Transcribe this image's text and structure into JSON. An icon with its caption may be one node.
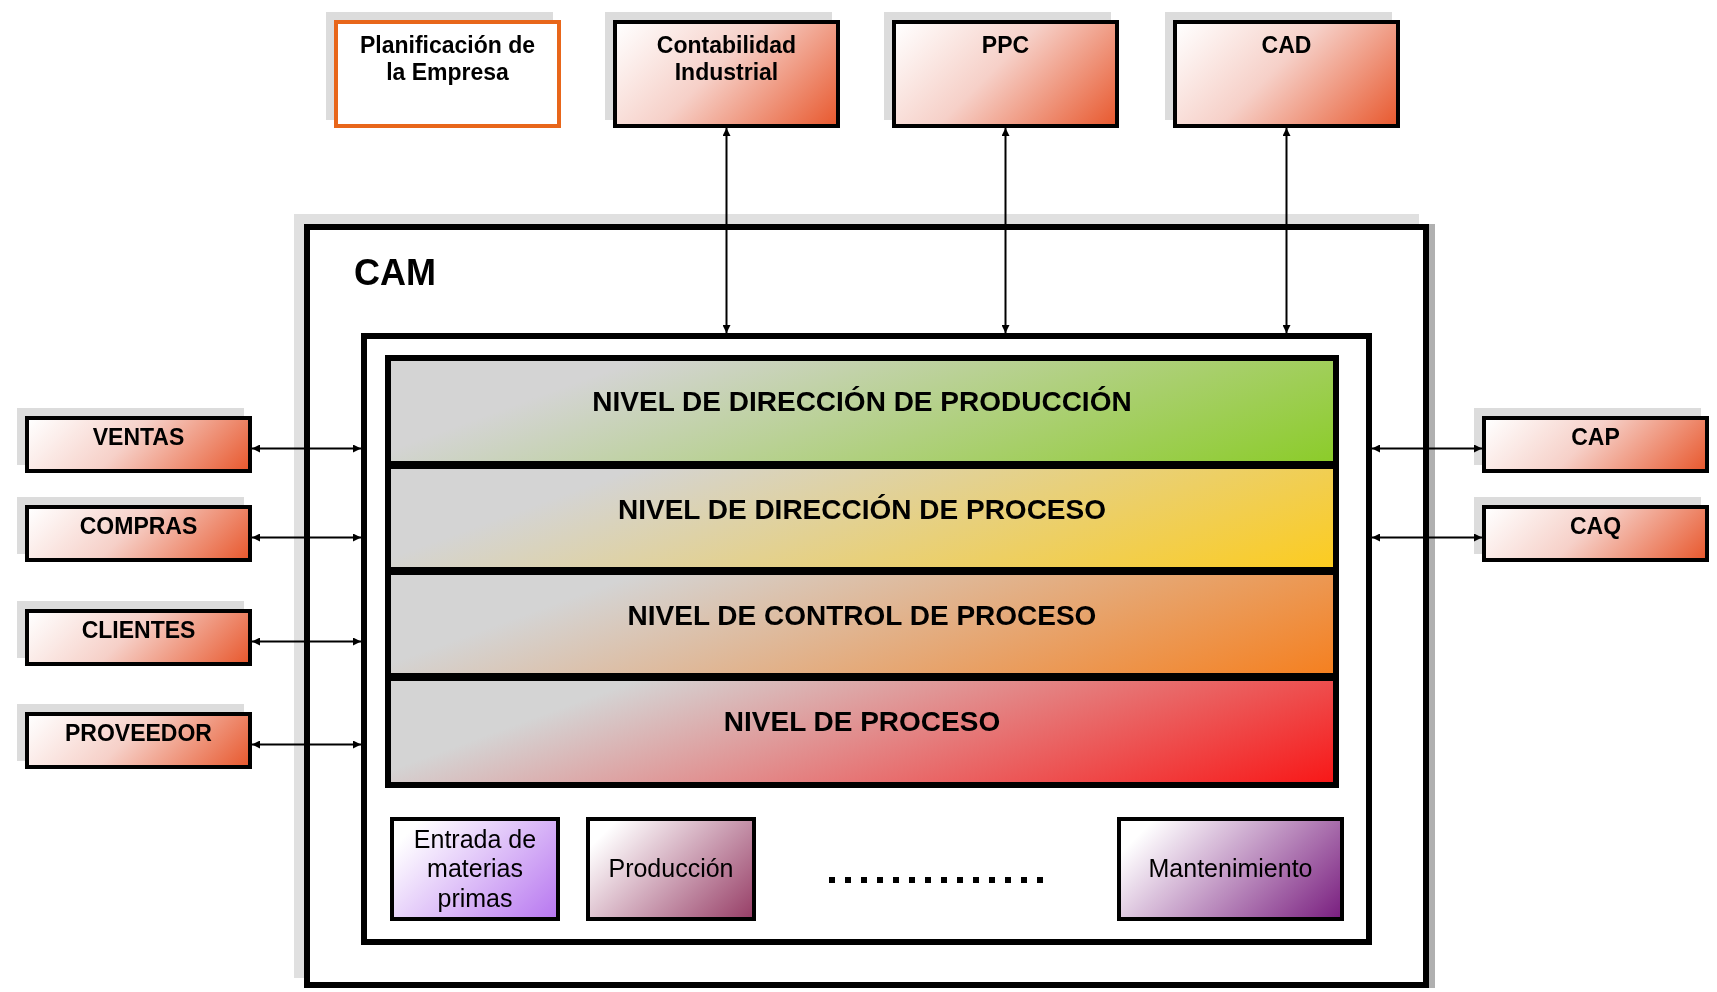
{
  "diagram": {
    "nodes": [
      {
        "text": [
          "Planificación de la Empresa"
        ]
      },
      {
        "text": [
          "Contabilidad Industrial"
        ]
      },
      {
        "text": [
          "PPC"
        ]
      },
      {
        "text": [
          "CAD"
        ]
      },
      {
        "text": [
          "VENTAS"
        ]
      },
      {
        "text": [
          "COMPRAS"
        ]
      },
      {
        "text": [
          "CLIENTES"
        ]
      },
      {
        "text": [
          "PROVEEDOR"
        ]
      },
      {
        "text": [
          "CAP"
        ]
      },
      {
        "text": [
          "CAQ"
        ]
      },
      {
        "text": [
          "CAM"
        ]
      },
      {
        "text": [],
        "shape": "box",
        "in": 10
      },
      {
        "text": [
          "NIVEL DE DIRECCIÓN DE PRODUCCIÓN"
        ],
        "in": 11
      },
      {
        "text": [
          "NIVEL DE DIRECCIÓN DE PROCESO"
        ],
        "in": 11
      },
      {
        "text": [
          "NIVEL DE CONTROL DE PROCESO"
        ],
        "in": 11
      },
      {
        "text": [
          "NIVEL DE PROCESO"
        ],
        "in": 11
      },
      {
        "text": [
          "Entrada de materias primas"
        ],
        "in": 11
      },
      {
        "text": [
          "Producción"
        ],
        "in": 11
      },
      {
        "text": [
          "Mantenimiento"
        ],
        "in": 11
      }
    ],
    "edges": [
      {
        "from": 1,
        "to": 11,
        "arrow": "both"
      },
      {
        "from": 2,
        "to": 11,
        "arrow": "both"
      },
      {
        "from": 3,
        "to": 11,
        "arrow": "both"
      },
      {
        "from": 4,
        "to": 11,
        "arrow": "both"
      },
      {
        "from": 5,
        "to": 11,
        "arrow": "both"
      },
      {
        "from": 6,
        "to": 11,
        "arrow": "both"
      },
      {
        "from": 7,
        "to": 11,
        "arrow": "both"
      },
      {
        "from": 8,
        "to": 11,
        "arrow": "both"
      },
      {
        "from": 9,
        "to": 11,
        "arrow": "both"
      }
    ]
  }
}
